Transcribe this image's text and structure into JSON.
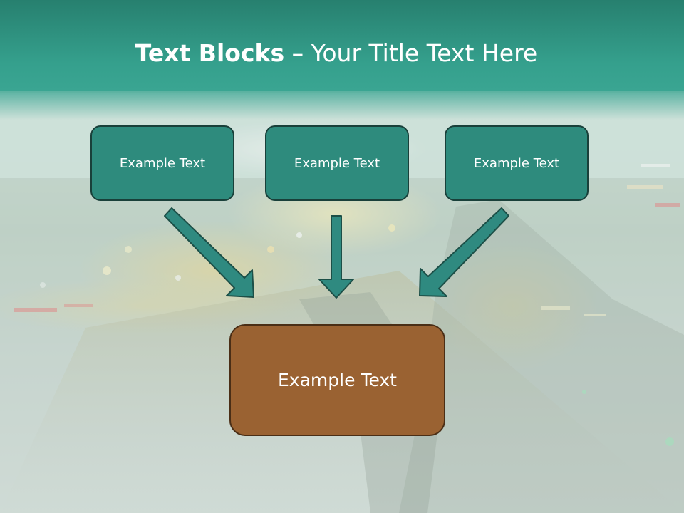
{
  "title": {
    "bold": "Text Blocks",
    "dash": " – ",
    "rest": "Your Title Text Here"
  },
  "boxes": {
    "left": "Example Text",
    "center": "Example Text",
    "right": "Example Text",
    "bottom": "Example Text"
  },
  "colors": {
    "title_band": "#2f9784",
    "teal_box": "#2e8b7d",
    "teal_border": "#19403a",
    "brown_box": "#9a6232",
    "brown_border": "#4a2e16",
    "arrow_fill": "#2f8a80",
    "arrow_stroke": "#1c4f47"
  }
}
